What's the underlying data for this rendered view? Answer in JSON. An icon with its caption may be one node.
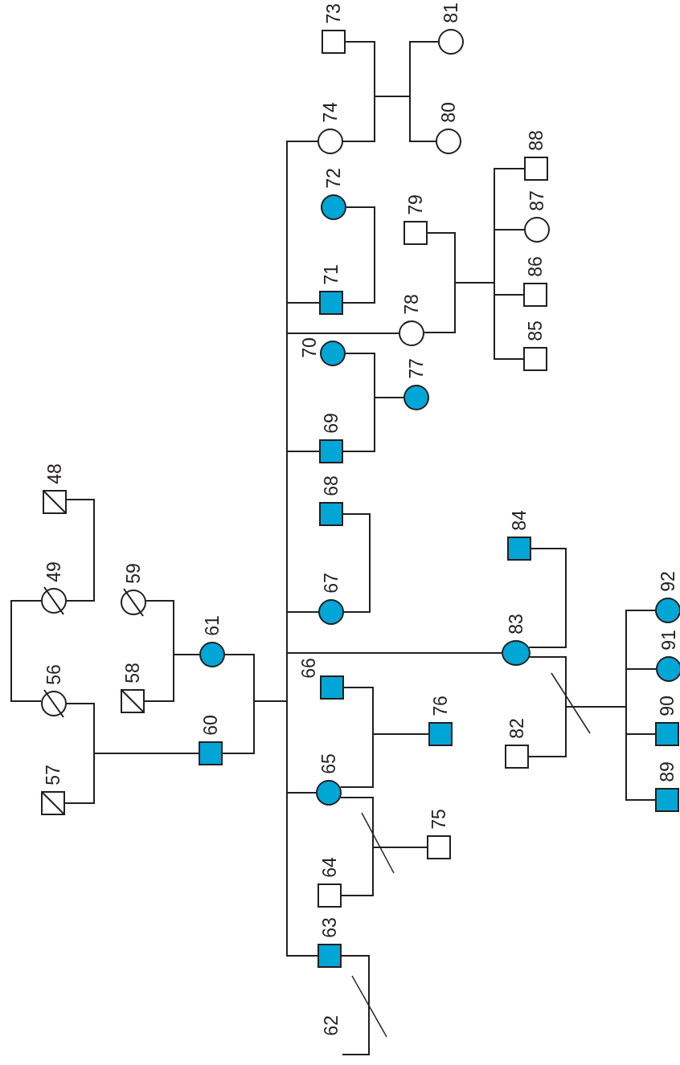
{
  "diagram": {
    "nodes": [
      {
        "text": [
          "48"
        ]
      },
      {
        "text": [
          "49"
        ]
      },
      {
        "text": [
          "56"
        ]
      },
      {
        "text": [
          "57"
        ]
      },
      {
        "text": [
          "58"
        ]
      },
      {
        "text": [
          "59"
        ]
      },
      {
        "text": [
          "60"
        ]
      },
      {
        "text": [
          "61"
        ]
      },
      {
        "text": [
          "62"
        ]
      },
      {
        "text": [
          "63"
        ]
      },
      {
        "text": [
          "64"
        ]
      },
      {
        "text": [
          "65"
        ]
      },
      {
        "text": [
          "66"
        ]
      },
      {
        "text": [
          "67"
        ]
      },
      {
        "text": [
          "68"
        ]
      },
      {
        "text": [
          "69"
        ]
      },
      {
        "text": [
          "70"
        ]
      },
      {
        "text": [
          "71"
        ]
      },
      {
        "text": [
          "72"
        ]
      },
      {
        "text": [
          "73"
        ]
      },
      {
        "text": [
          "74"
        ]
      },
      {
        "text": [
          "75"
        ]
      },
      {
        "text": [
          "76"
        ]
      },
      {
        "text": [
          "77"
        ]
      },
      {
        "text": [
          "78"
        ]
      },
      {
        "text": [
          "79"
        ]
      },
      {
        "text": [
          "80"
        ]
      },
      {
        "text": [
          "81"
        ]
      },
      {
        "text": [
          "82"
        ]
      },
      {
        "text": [
          "83"
        ]
      },
      {
        "text": [
          "84"
        ]
      },
      {
        "text": [
          "85"
        ]
      },
      {
        "text": [
          "86"
        ]
      },
      {
        "text": [
          "87"
        ]
      },
      {
        "text": [
          "88"
        ]
      },
      {
        "text": [
          "89"
        ]
      },
      {
        "text": [
          "90"
        ]
      },
      {
        "text": [
          "91"
        ]
      },
      {
        "text": [
          "92"
        ]
      }
    ],
    "edges": [
      {
        "from": 0,
        "to": 1,
        "arrow": "none"
      },
      {
        "from": 1,
        "to": 2,
        "arrow": "none"
      },
      {
        "from": 2,
        "to": 3,
        "arrow": "none"
      },
      {
        "from": 5,
        "to": 4,
        "arrow": "none"
      },
      {
        "from": 6,
        "to": 7,
        "arrow": "none"
      },
      {
        "from": 17,
        "to": 18,
        "arrow": "none"
      },
      {
        "from": 15,
        "to": 16,
        "arrow": "none"
      },
      {
        "from": 13,
        "to": 14,
        "arrow": "none"
      },
      {
        "from": 11,
        "to": 12,
        "arrow": "none"
      },
      {
        "from": 11,
        "to": 10,
        "arrow": "none"
      },
      {
        "from": 9,
        "to": 8,
        "arrow": "none"
      },
      {
        "from": 20,
        "to": 19,
        "arrow": "none"
      },
      {
        "from": 24,
        "to": 25,
        "arrow": "none"
      },
      {
        "from": 29,
        "to": 30,
        "arrow": "none"
      },
      {
        "from": 29,
        "to": 28,
        "arrow": "none"
      },
      {
        "from": 2,
        "to": 6,
        "arrow": "none"
      },
      {
        "from": 3,
        "to": 6,
        "arrow": "none"
      },
      {
        "from": 5,
        "to": 7,
        "arrow": "none"
      },
      {
        "from": 4,
        "to": 7,
        "arrow": "none"
      },
      {
        "from": 6,
        "to": 9,
        "arrow": "none"
      },
      {
        "from": 7,
        "to": 9,
        "arrow": "none"
      },
      {
        "from": 6,
        "to": 11,
        "arrow": "none"
      },
      {
        "from": 7,
        "to": 11,
        "arrow": "none"
      },
      {
        "from": 6,
        "to": 13,
        "arrow": "none"
      },
      {
        "from": 7,
        "to": 13,
        "arrow": "none"
      },
      {
        "from": 6,
        "to": 15,
        "arrow": "none"
      },
      {
        "from": 7,
        "to": 15,
        "arrow": "none"
      },
      {
        "from": 6,
        "to": 17,
        "arrow": "none"
      },
      {
        "from": 7,
        "to": 17,
        "arrow": "none"
      },
      {
        "from": 6,
        "to": 20,
        "arrow": "none"
      },
      {
        "from": 7,
        "to": 20,
        "arrow": "none"
      },
      {
        "from": 6,
        "to": 24,
        "arrow": "none"
      },
      {
        "from": 7,
        "to": 24,
        "arrow": "none"
      },
      {
        "from": 6,
        "to": 29,
        "arrow": "none"
      },
      {
        "from": 7,
        "to": 29,
        "arrow": "none"
      },
      {
        "from": 15,
        "to": 23,
        "arrow": "none"
      },
      {
        "from": 16,
        "to": 23,
        "arrow": "none"
      },
      {
        "from": 11,
        "to": 22,
        "arrow": "none"
      },
      {
        "from": 12,
        "to": 22,
        "arrow": "none"
      },
      {
        "from": 11,
        "to": 21,
        "arrow": "none"
      },
      {
        "from": 10,
        "to": 21,
        "arrow": "none"
      },
      {
        "from": 20,
        "to": 26,
        "arrow": "none"
      },
      {
        "from": 19,
        "to": 26,
        "arrow": "none"
      },
      {
        "from": 20,
        "to": 27,
        "arrow": "none"
      },
      {
        "from": 19,
        "to": 27,
        "arrow": "none"
      },
      {
        "from": 24,
        "to": 31,
        "arrow": "none"
      },
      {
        "from": 25,
        "to": 31,
        "arrow": "none"
      },
      {
        "from": 24,
        "to": 32,
        "arrow": "none"
      },
      {
        "from": 25,
        "to": 32,
        "arrow": "none"
      },
      {
        "from": 24,
        "to": 33,
        "arrow": "none"
      },
      {
        "from": 25,
        "to": 33,
        "arrow": "none"
      },
      {
        "from": 24,
        "to": 34,
        "arrow": "none"
      },
      {
        "from": 25,
        "to": 34,
        "arrow": "none"
      },
      {
        "from": 29,
        "to": 35,
        "arrow": "none"
      },
      {
        "from": 28,
        "to": 35,
        "arrow": "none"
      },
      {
        "from": 29,
        "to": 36,
        "arrow": "none"
      },
      {
        "from": 28,
        "to": 36,
        "arrow": "none"
      },
      {
        "from": 29,
        "to": 37,
        "arrow": "none"
      },
      {
        "from": 28,
        "to": 37,
        "arrow": "none"
      },
      {
        "from": 29,
        "to": 38,
        "arrow": "none"
      },
      {
        "from": 28,
        "to": 38,
        "arrow": "none"
      }
    ]
  }
}
